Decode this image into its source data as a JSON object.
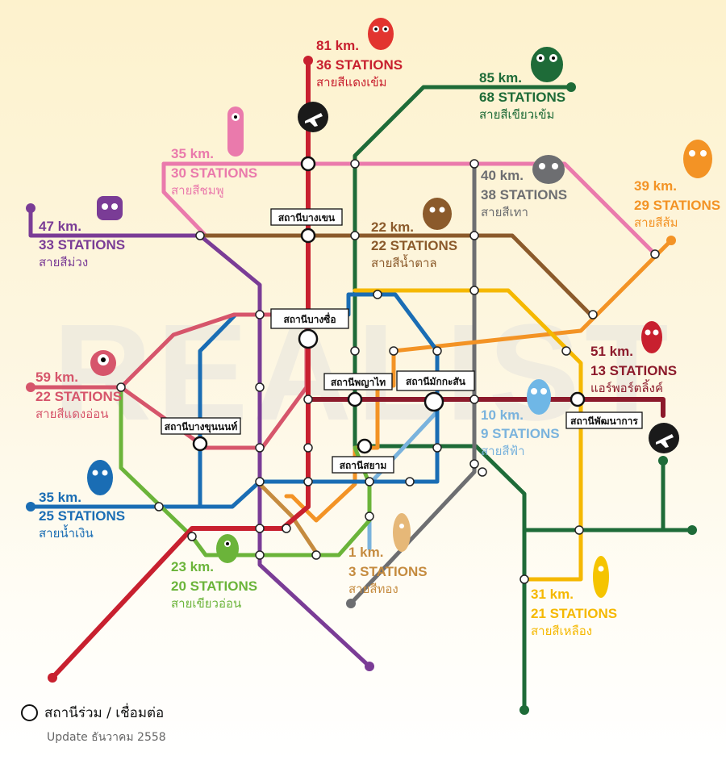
{
  "watermark": "REALIST",
  "lines": {
    "dark_red": {
      "color": "#c8202f",
      "km": "81 km.",
      "stations": "36 STATIONS",
      "name_th": "สายสีแดงเข้ม"
    },
    "dark_green": {
      "color": "#1e6b38",
      "km": "85 km.",
      "stations": "68 STATIONS",
      "name_th": "สายสีเขียวเข้ม"
    },
    "pink": {
      "color": "#ea7aac",
      "km": "35 km.",
      "stations": "30 STATIONS",
      "name_th": "สายสีชมพู"
    },
    "grey": {
      "color": "#6d6e71",
      "km": "40 km.",
      "stations": "38 STATIONS",
      "name_th": "สายสีเทา"
    },
    "orange": {
      "color": "#f39325",
      "km": "39 km.",
      "stations": "29 STATIONS",
      "name_th": "สายสีส้ม"
    },
    "purple": {
      "color": "#7a3c96",
      "km": "47 km.",
      "stations": "33 STATIONS",
      "name_th": "สายสีม่วง"
    },
    "brown": {
      "color": "#8b5a2b",
      "km": "22 km.",
      "stations": "22 STATIONS",
      "name_th": "สายสีน้ำตาล"
    },
    "maroon": {
      "color": "#8c1a2b",
      "km": "51 km.",
      "stations": "13 STATIONS",
      "name_th": "แอร์พอร์ตลิ้งค์"
    },
    "light_red": {
      "color": "#d6556b",
      "km": "59 km.",
      "stations": "22 STATIONS",
      "name_th": "สายสีแดงอ่อน"
    },
    "light_blue": {
      "color": "#7ab3dd",
      "km": "10 km.",
      "stations": "9 STATIONS",
      "name_th": "สายสีฟ้า"
    },
    "blue": {
      "color": "#1a6db4",
      "km": "35 km.",
      "stations": "25 STATIONS",
      "name_th": "สายน้ำเงิน"
    },
    "light_green": {
      "color": "#6bb43a",
      "km": "23 km.",
      "stations": "20 STATIONS",
      "name_th": "สายเขียวอ่อน"
    },
    "gold": {
      "color": "#c58b3f",
      "km": "1 km.",
      "stations": "3 STATIONS",
      "name_th": "สายสีทอง"
    },
    "yellow": {
      "color": "#f5b800",
      "km": "31 km.",
      "stations": "21 STATIONS",
      "name_th": "สายสีเหลือง"
    }
  },
  "stations": {
    "bang_khen": "สถานีบางเขน",
    "bang_sue": "สถานีบางซื่อ",
    "phaya_thai": "สถานีพญาไท",
    "makkasan": "สถานีมักกะสัน",
    "phatthanakan": "สถานีพัฒนาการ",
    "bang_khun_non": "สถานีบางขุนนนท์",
    "siam": "สถานีสยาม"
  },
  "legend": {
    "icon": "interchange-ring-icon",
    "text": "สถานีร่วม / เชื่อมต่อ",
    "update": "Update ธันวาคม 2558"
  },
  "icons": [
    "airplane-icon",
    "monster-mascot-icon"
  ]
}
